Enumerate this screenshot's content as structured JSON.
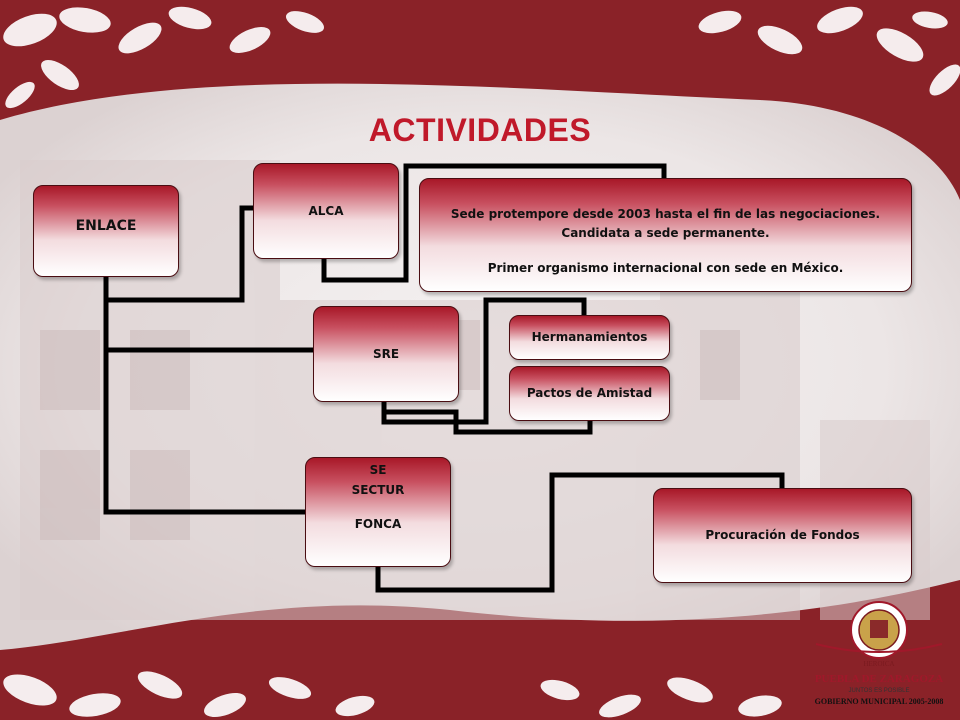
{
  "title": "ACTIVIDADES",
  "nodes": {
    "enlace": "ENLACE",
    "alca": "ALCA",
    "sre": "SRE",
    "se": "SE",
    "sectur": "SECTUR",
    "fonca": "FONCA",
    "sede_line1": "Sede protempore desde 2003 hasta el fin de las negociaciones.",
    "sede_line2": "Candidata a sede permanente.",
    "sede_line3": "Primer organismo internacional con sede en México.",
    "hermanamientos": "Hermanamientos",
    "pactos": "Pactos de Amistad",
    "procuracion": "Procuración de Fondos"
  },
  "logo": {
    "line1": "HEROICA",
    "line2": "PUEBLA DE ZARAGOZA",
    "line3": "JUNTOS ES POSIBLE",
    "line4": "GOBIERNO MUNICIPAL  2005-2008"
  },
  "colors": {
    "accent": "#c0192a",
    "frame": "#7a1a1f"
  }
}
